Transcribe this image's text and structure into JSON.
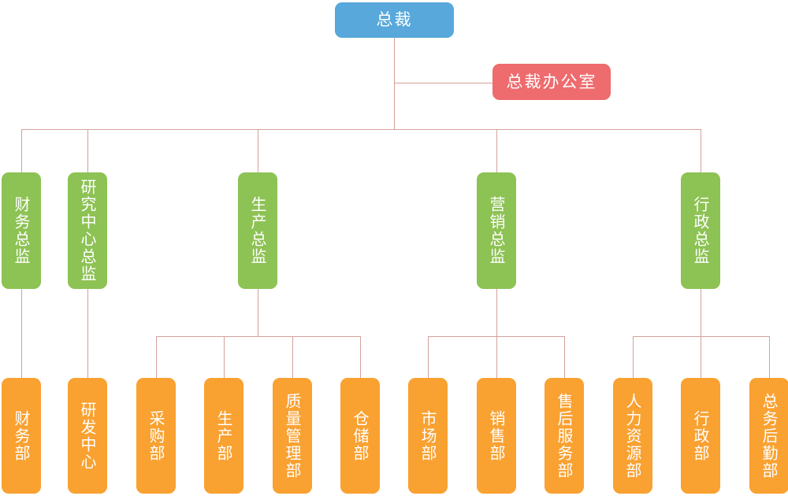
{
  "colors": {
    "root": "#58a8db",
    "staff": "#ee6b6e",
    "director": "#8dc254",
    "department": "#f9a131",
    "line": "#d4a19a",
    "text": "#ffffff"
  },
  "root": {
    "label": "总裁"
  },
  "staff": {
    "label": "总裁办公室"
  },
  "directors": [
    {
      "label": "财务总监"
    },
    {
      "label": "研究中心总监"
    },
    {
      "label": "生产总监"
    },
    {
      "label": "营销总监"
    },
    {
      "label": "行政总监"
    }
  ],
  "departments": [
    {
      "label": "财务部"
    },
    {
      "label": "研发中心"
    },
    {
      "label": "采购部"
    },
    {
      "label": "生产部"
    },
    {
      "label": "质量管理部"
    },
    {
      "label": "仓储部"
    },
    {
      "label": "市场部"
    },
    {
      "label": "销售部"
    },
    {
      "label": "售后服务部"
    },
    {
      "label": "人力资源部"
    },
    {
      "label": "行政部"
    },
    {
      "label": "总务后勤部"
    }
  ]
}
